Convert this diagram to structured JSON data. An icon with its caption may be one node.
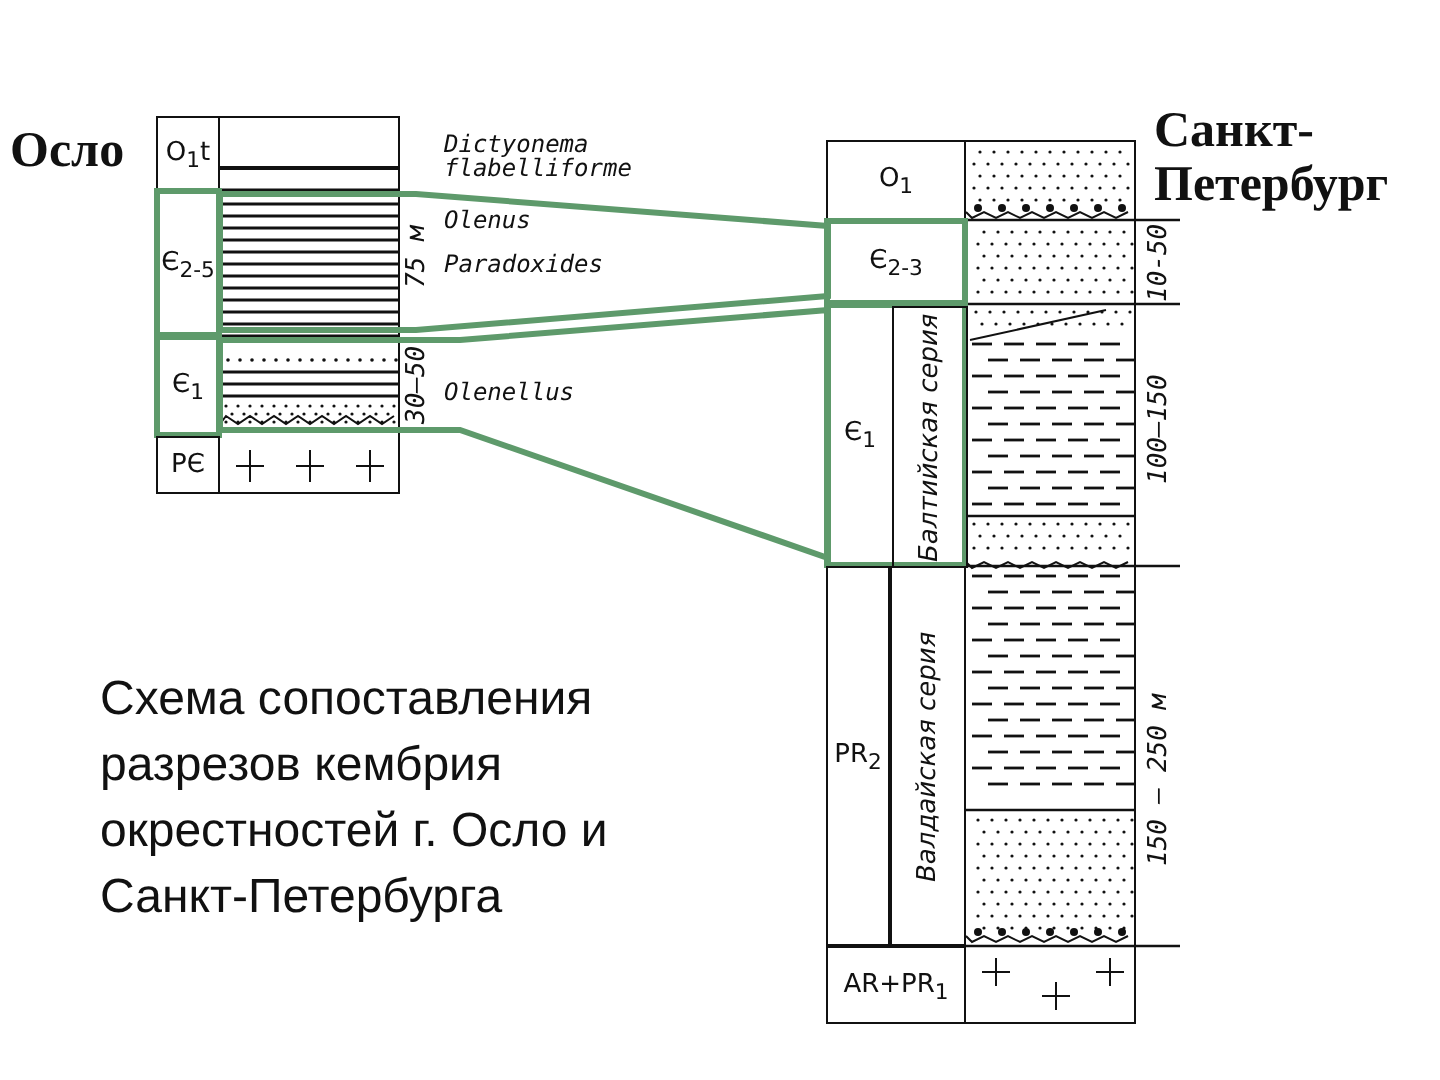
{
  "diagram": {
    "caption": "Схема сопоставления разрезов кембрия окрестностей г. Осло и Санкт-Петербурга",
    "nodes": [
      {
        "text": [
          "Осло"
        ]
      },
      {
        "text": [
          "O$_{1}$t"
        ],
        "in": 0
      },
      {
        "text": [
          "Є$_{2-5}$"
        ],
        "in": 0
      },
      {
        "text": [
          "Є$_{1}$"
        ],
        "in": 0
      },
      {
        "text": [
          "PЄ"
        ],
        "in": 0
      },
      {
        "text": [
          "Санкт-Петербург"
        ]
      },
      {
        "text": [
          "O$_{1}$"
        ],
        "in": 5
      },
      {
        "text": [
          "Є$_{2-3}$"
        ],
        "in": 5
      },
      {
        "text": [
          "Є$_{1}$"
        ],
        "in": 5
      },
      {
        "text": [
          "Балтийская серия"
        ],
        "in": 8
      },
      {
        "text": [
          "PR$_{2}$"
        ],
        "in": 5
      },
      {
        "text": [
          "Валдайская серия"
        ],
        "in": 5
      },
      {
        "text": [
          "AR+PR$_{1}$"
        ],
        "in": 5
      }
    ],
    "edges": [
      {
        "from": 2,
        "to": 7,
        "arrow": "none"
      },
      {
        "from": 3,
        "to": 8,
        "arrow": "none"
      }
    ],
    "labels": [
      "Dictyonema flabelliforme",
      "Olenus",
      "75 м",
      "Paradoxides",
      "30–50",
      "Olenellus",
      "10-50",
      "100–150",
      "150 – 250 м"
    ]
  }
}
